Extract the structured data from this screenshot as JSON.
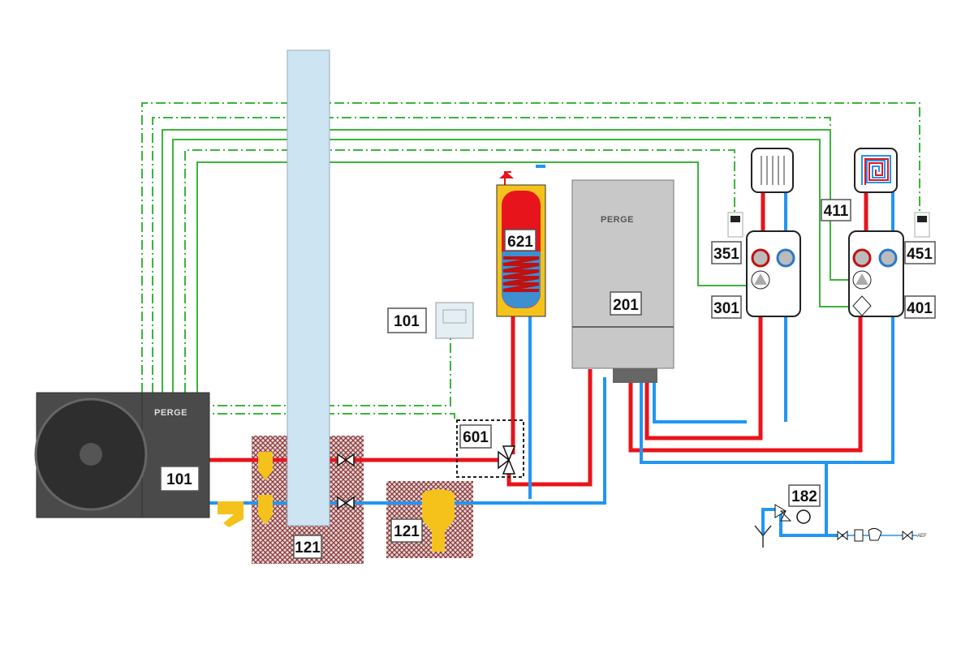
{
  "labels": {
    "heat_pump": "101",
    "controller": "101",
    "separator_left": "121",
    "separator_right": "121",
    "safety_group": "182",
    "indoor_unit": "201",
    "circuit_direct": "301",
    "thermostat_direct": "351",
    "circuit_mixed": "401",
    "limit_thermostat": "411",
    "thermostat_mixed": "451",
    "diverter_valve": "601",
    "dhw_tank": "621"
  },
  "brand": {
    "heat_pump_logo": "PERGE",
    "indoor_unit_logo": "PERGE"
  },
  "fill_connection": "AEF",
  "colors": {
    "hot": "#e8141b",
    "cold": "#2196f3",
    "signal": "#3cb43c",
    "insulation": "#8b3a3a",
    "chimney": "#cde4f2",
    "fitting": "#f5c21b"
  },
  "icons": [
    "fan-icon",
    "shower-icon",
    "coil-icon",
    "radiator-icon",
    "underfloor-icon",
    "pump-icon",
    "thermometer-icon",
    "mixing-valve-icon",
    "valve-icon",
    "pressure-gauge-icon",
    "drain-funnel-icon",
    "three-way-valve-icon",
    "filter-icon",
    "dirt-separator-icon"
  ]
}
